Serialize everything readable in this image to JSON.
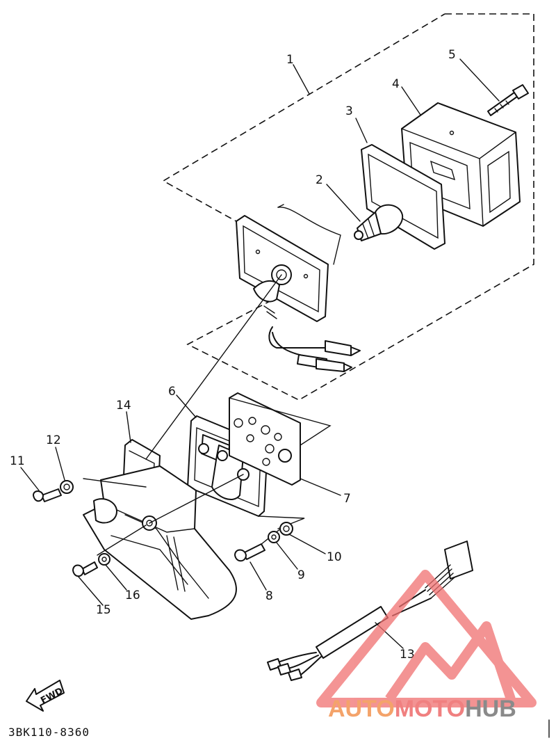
{
  "callouts": [
    "1",
    "2",
    "3",
    "4",
    "5",
    "6",
    "7",
    "8",
    "9",
    "10",
    "11",
    "12",
    "13",
    "14",
    "15",
    "16"
  ],
  "diagram_code": "3BK110-8360",
  "fwd_label": "FWD",
  "watermark": {
    "auto": "AUTO",
    "moto": "MOTO",
    "hub": "HUB",
    "auto_color": "#f4a36a",
    "moto_color": "#f08080",
    "hub_color": "#8a8a8a",
    "logo_color": "#f07070"
  }
}
